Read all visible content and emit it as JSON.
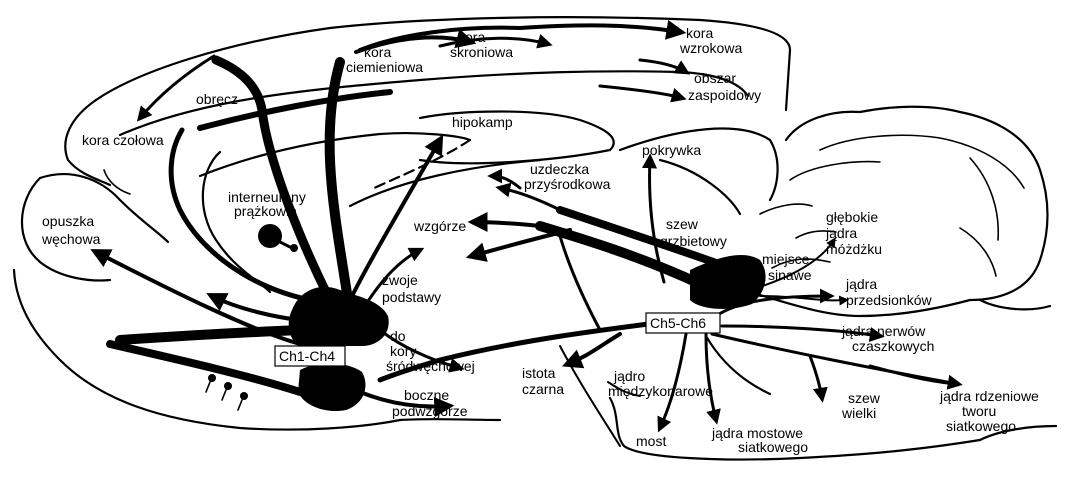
{
  "labels": {
    "kora_skroniowa": [
      "kora",
      "skroniowa"
    ],
    "kora_wzrokowa": [
      "kora",
      "wzrokowa"
    ],
    "kora_ciemieniowa": [
      "kora",
      "ciemieniowa"
    ],
    "obszar_zaspoidowy": [
      "obszar",
      "zaspoidowy"
    ],
    "obrecz": "obręcz",
    "kora_czolowa": "kora czołowa",
    "hipokamp": "hipokamp",
    "pokrywka": "pokrywka",
    "uzdeczka": [
      "uzdeczka",
      "przyśrodkowa"
    ],
    "interneurony": [
      "interneurony",
      "prążkowia"
    ],
    "opuszka": [
      "opuszka",
      "węchowa"
    ],
    "wzgorze": "wzgórze",
    "szew_grzbietowy": [
      "szew",
      "grzbietowy"
    ],
    "glebokie_jadra": [
      "głębokie",
      "jądra",
      "móżdżku"
    ],
    "miejsce_sinawe": [
      "miejsce",
      "sinawe"
    ],
    "zwoje_podstawy": [
      "zwoje",
      "podstawy"
    ],
    "jadra_przedsionkow": [
      "jądra",
      "przedsionków"
    ],
    "do_kory": [
      "do",
      "kory",
      "śródwęchowej"
    ],
    "jadra_nerwow": [
      "jądra nerwów",
      "czaszkowych"
    ],
    "istota_czarna": [
      "istota",
      "czarna"
    ],
    "jadro_miedzykonarowe": [
      "jądro",
      "międzykonarowe"
    ],
    "boczne_podwzgorze": [
      "boczne",
      "podwzgórze"
    ],
    "szew_wielki": [
      "szew",
      "wielki"
    ],
    "jadra_rdzeniowe": [
      "jądra rdzeniowe",
      "tworu",
      "siatkowego"
    ],
    "most": "most",
    "jadra_mostowe": [
      "jądra mostowe",
      "siatkowego"
    ]
  },
  "boxes": {
    "ch1_ch4": "Ch1-Ch4",
    "ch5_ch6": "Ch5-Ch6"
  }
}
